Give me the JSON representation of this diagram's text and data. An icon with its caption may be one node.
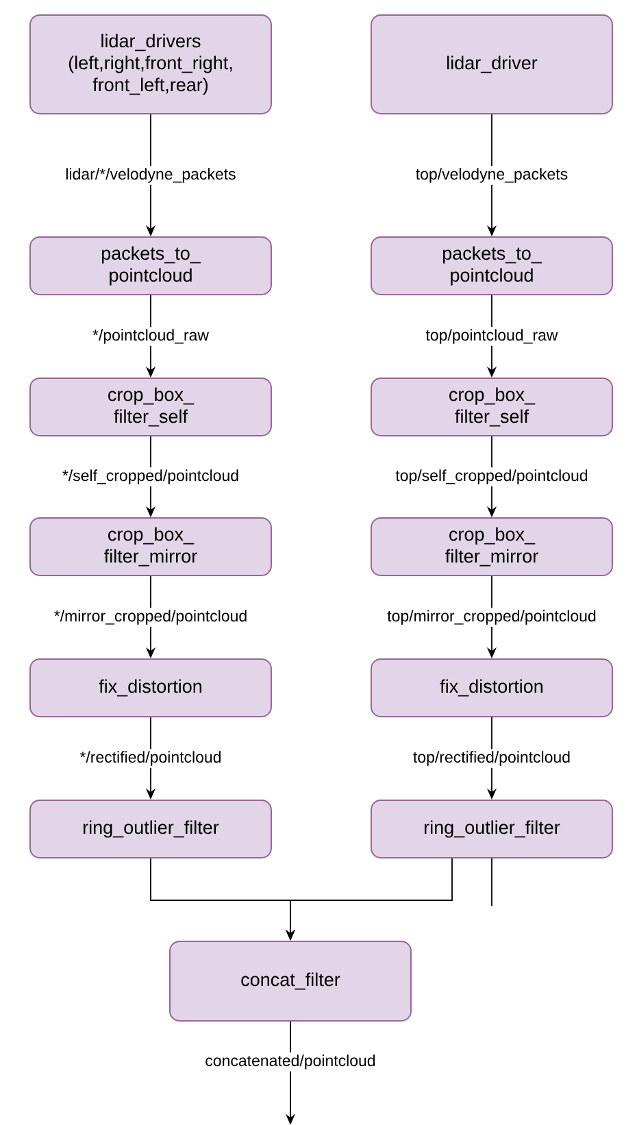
{
  "diagram": {
    "nodes": [
      {
        "text": [
          "lidar_drivers (left,right,front_right, front_left,rear)"
        ]
      },
      {
        "text": [
          "packets_to_ pointcloud"
        ]
      },
      {
        "text": [
          "crop_box_ filter_self"
        ]
      },
      {
        "text": [
          "crop_box_ filter_mirror"
        ]
      },
      {
        "text": [
          "fix_distortion"
        ]
      },
      {
        "text": [
          "ring_outlier_filter"
        ]
      },
      {
        "text": [
          "lidar_driver"
        ]
      },
      {
        "text": [
          "packets_to_ pointcloud"
        ]
      },
      {
        "text": [
          "crop_box_ filter_self"
        ]
      },
      {
        "text": [
          "crop_box_ filter_mirror"
        ]
      },
      {
        "text": [
          "fix_distortion"
        ]
      },
      {
        "text": [
          "ring_outlier_filter"
        ]
      },
      {
        "text": [
          "concat_filter"
        ]
      }
    ],
    "edges": [
      {
        "from": 0,
        "to": 1,
        "arrow": "to",
        "label": "lidar/*/velodyne_packets"
      },
      {
        "from": 1,
        "to": 2,
        "arrow": "to",
        "label": "*/pointcloud_raw"
      },
      {
        "from": 2,
        "to": 3,
        "arrow": "to",
        "label": "*/self_cropped/pointcloud"
      },
      {
        "from": 3,
        "to": 4,
        "arrow": "to",
        "label": "*/mirror_cropped/pointcloud"
      },
      {
        "from": 4,
        "to": 5,
        "arrow": "to",
        "label": "*/rectified/pointcloud"
      },
      {
        "from": 6,
        "to": 7,
        "arrow": "to",
        "label": "top/velodyne_packets"
      },
      {
        "from": 7,
        "to": 8,
        "arrow": "to",
        "label": "top/pointcloud_raw"
      },
      {
        "from": 8,
        "to": 9,
        "arrow": "to",
        "label": "top/self_cropped/pointcloud"
      },
      {
        "from": 9,
        "to": 10,
        "arrow": "to",
        "label": "top/mirror_cropped/pointcloud"
      },
      {
        "from": 10,
        "to": 11,
        "arrow": "to",
        "label": "top/rectified/pointcloud"
      },
      {
        "from": 5,
        "to": 12,
        "arrow": "to"
      },
      {
        "from": 11,
        "to": 12,
        "arrow": "to"
      },
      {
        "from": 11,
        "to": null,
        "arrow": "none"
      },
      {
        "from": 12,
        "to": null,
        "arrow": "to",
        "label": "concatenated/pointcloud"
      }
    ]
  }
}
